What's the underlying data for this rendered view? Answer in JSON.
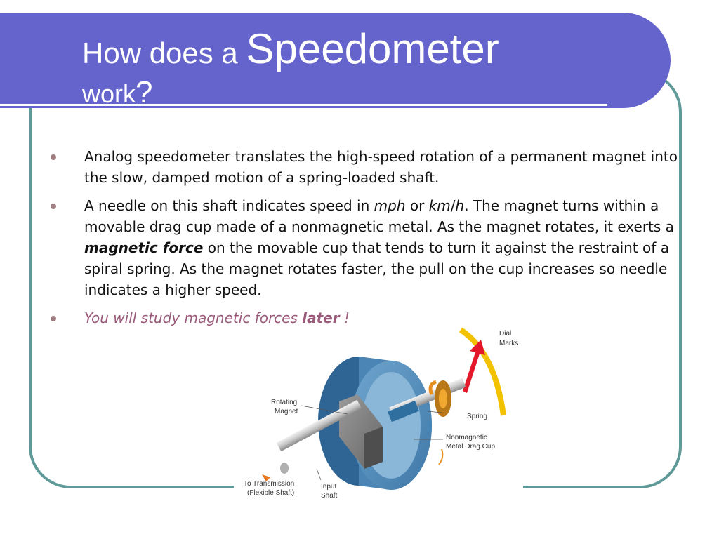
{
  "slide": {
    "title_part1": "How does a ",
    "title_part2": "Speedometer",
    "title_part3": "work",
    "title_part4": "?"
  },
  "bullets": [
    {
      "text": "Analog speedometer translates the high-speed rotation of a permanent magnet into the slow, damped motion of a spring-loaded shaft."
    },
    {
      "a": "A needle on this shaft indicates speed in ",
      "b": "mph",
      "c": " or ",
      "d": "km",
      "e": "/",
      "f": "h",
      "g": ". The magnet turns within a movable drag cup made of a nonmagnetic metal. As the magnet rotates, it exerts a ",
      "h": "magnetic force",
      "i": " on the movable cup that tends to turn it against the restraint of a spiral spring. As the magnet rotates faster, the pull on the cup increases so needle indicates a higher speed."
    },
    {
      "a": "You will study magnetic forces ",
      "b": "later",
      "c": " !"
    }
  ],
  "diagram": {
    "dial_marks_1": "Dial",
    "dial_marks_2": "Marks",
    "rotating_magnet_1": "Rotating",
    "rotating_magnet_2": "Magnet",
    "spring": "Spring",
    "drag_cup_1": "Nonmagnetic",
    "drag_cup_2": "Metal Drag Cup",
    "to_transmission_1": "To Transmission",
    "to_transmission_2": "(Flexible Shaft)",
    "input_shaft_1": "Input",
    "input_shaft_2": "Shaft"
  },
  "colors": {
    "header": "#6464cc",
    "frame_border": "#5f9a99",
    "bullet_dot": "#a07d80",
    "accent_text": "#9a5a7a"
  }
}
